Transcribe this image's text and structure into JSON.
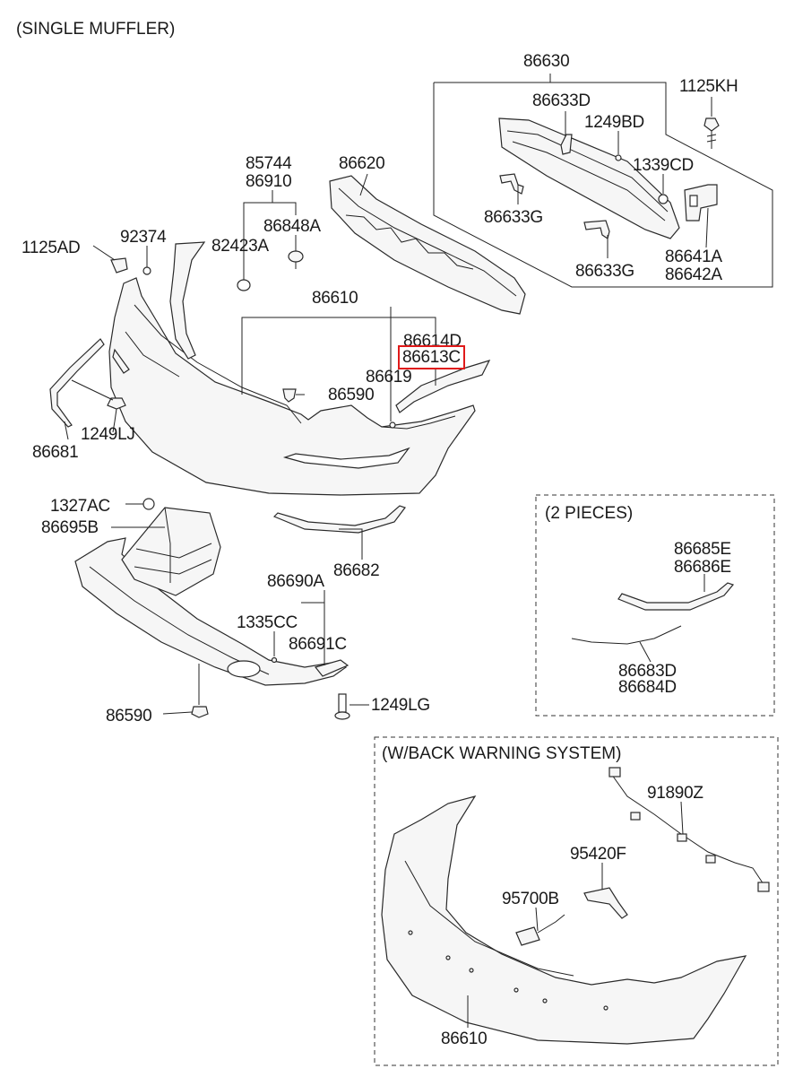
{
  "headers": {
    "single_muffler": "(SINGLE MUFFLER)",
    "two_pieces": "(2 PIECES)",
    "back_warning": "(W/BACK WARNING SYSTEM)"
  },
  "labels": {
    "p86630": "86630",
    "p1125KH": "1125KH",
    "p86633D": "86633D",
    "p1249BD": "1249BD",
    "p85744": "85744",
    "p86620": "86620",
    "p1339CD": "1339CD",
    "p86910": "86910",
    "p86633G_a": "86633G",
    "p1125AD": "1125AD",
    "p92374": "92374",
    "p86848A": "86848A",
    "p82423A": "82423A",
    "p86641A": "86641A",
    "p86633G_b": "86633G",
    "p86642A": "86642A",
    "p86610": "86610",
    "p86614D": "86614D",
    "p86613C": "86613C",
    "p86619": "86619",
    "p86590_a": "86590",
    "p1249LJ": "1249LJ",
    "p86681": "86681",
    "p1327AC": "1327AC",
    "p86695B": "86695B",
    "p86682": "86682",
    "p86690A": "86690A",
    "p1335CC": "1335CC",
    "p86691C": "86691C",
    "p86590_b": "86590",
    "p1249LG": "1249LG",
    "p86685E": "86685E",
    "p86686E": "86686E",
    "p86683D": "86683D",
    "p86684D": "86684D",
    "p91890Z": "91890Z",
    "p95420F": "95420F",
    "p95700B": "95700B",
    "p86610_b": "86610"
  },
  "highlight": {
    "part": "86613C",
    "color": "#e01a1a"
  }
}
